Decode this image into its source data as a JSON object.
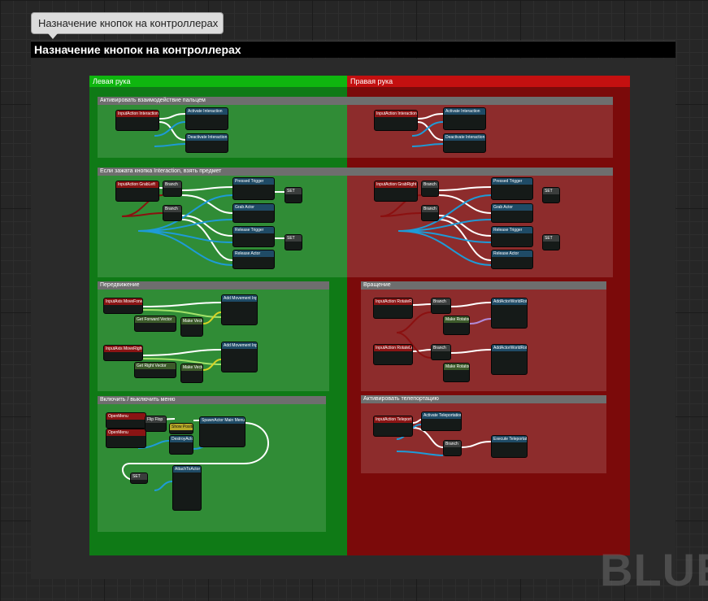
{
  "tooltip": "Назначение кнопок на контроллерах",
  "graph_title": "Назначение кнопок на контроллерах",
  "panels": {
    "left": "Левая рука",
    "right": "Правая рука"
  },
  "comments": {
    "interact": "Активировать взаимодействие пальцем",
    "grab": "Если зажата кнопка Interaction, взять предмет",
    "move": "Передвижение",
    "rotate": "Вращение",
    "menu": "Включить / выключить меню",
    "teleport": "Активировать телепортацию"
  },
  "nodes": {
    "interact_left": "InputAction InteractionLeft",
    "interact_right": "InputAction InteractionRight",
    "activate_interaction": "Activate Interaction",
    "deactivate_interaction": "Deactivate Interaction",
    "grab_left": "InputAction GrabLeft",
    "grab_right": "InputAction GrabRight",
    "branch": "Branch",
    "pressed_trigger": "Pressed Trigger",
    "grab_actor": "Grab Actor",
    "release_trigger": "Release Trigger",
    "release_actor": "Release Actor",
    "set": "SET",
    "move_forward": "InputAxis MoveForward",
    "move_right": "InputAxis MoveRight",
    "get_forward_vector": "Get Forward Vector",
    "get_right_vector": "Get Right Vector",
    "make_vector": "Make Vector",
    "add_movement_input": "Add Movement Input",
    "rotate_right": "InputAction RotateRight",
    "rotate_left": "InputAction RotateLeft",
    "make_rotator": "Make Rotator",
    "add_actor_world_rotation": "AddActorWorldRotation",
    "teleport": "InputAction Teleport",
    "activate_teleportation": "Activate Teleportation",
    "execute_teleportation": "Execute Teleportation",
    "open_menu": "OpenMenu",
    "flip_flop": "Flip Flop",
    "show_position": "Show Position",
    "destroy_actor": "DestroyActor",
    "spawn_actor": "SpawnActor Main Menu Actor",
    "attach_to_actor": "AttachToActor"
  },
  "watermark": "BLUE",
  "colors": {
    "left_panel": "#0f7a16",
    "left_header": "#0fb60f",
    "right_panel": "#7b0a0a",
    "right_header": "#c41010",
    "exec_wire": "#ffffff",
    "object_wire": "#1e9bd7",
    "bool_wire": "#8b1010",
    "vector_wire": "#d8d326"
  }
}
